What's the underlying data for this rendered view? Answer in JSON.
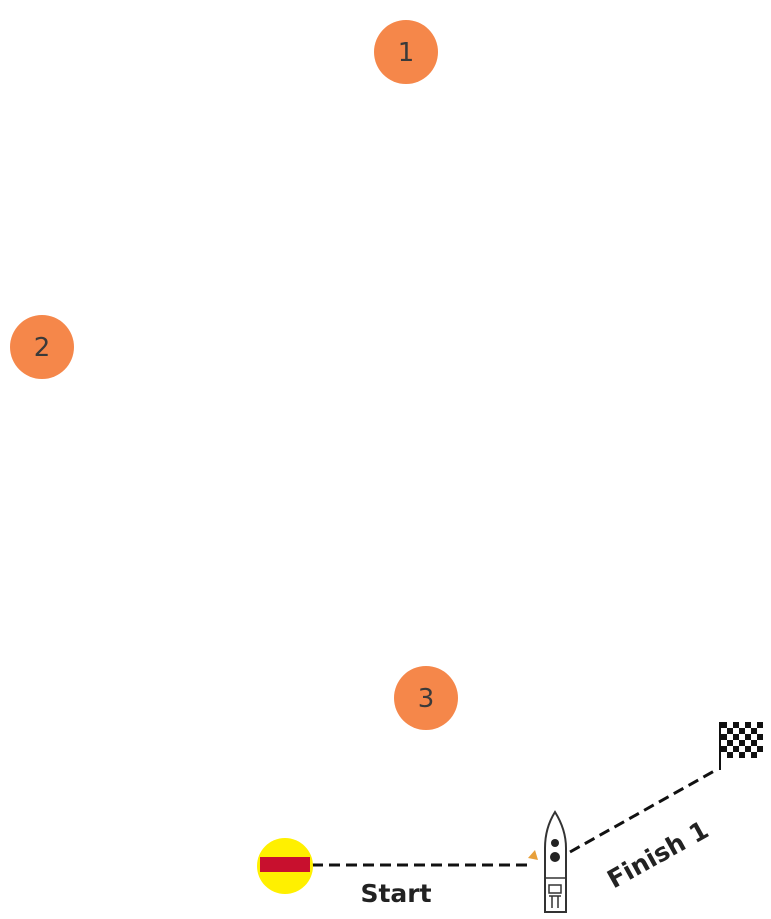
{
  "diagram": {
    "marks": [
      {
        "label": "1"
      },
      {
        "label": "2"
      },
      {
        "label": "3"
      }
    ],
    "start_label": "Start",
    "finish_label": "Finish 1",
    "colors": {
      "mark_fill": "#F5874A",
      "pin_buoy_fill": "#FFF000",
      "pin_buoy_bar": "#C8102E",
      "line": "#111111",
      "background": "#FFFFFF"
    },
    "icons": {
      "pin": "pin-buoy-icon",
      "committee": "committee-boat-icon",
      "finish": "checkered-flag-icon"
    }
  }
}
